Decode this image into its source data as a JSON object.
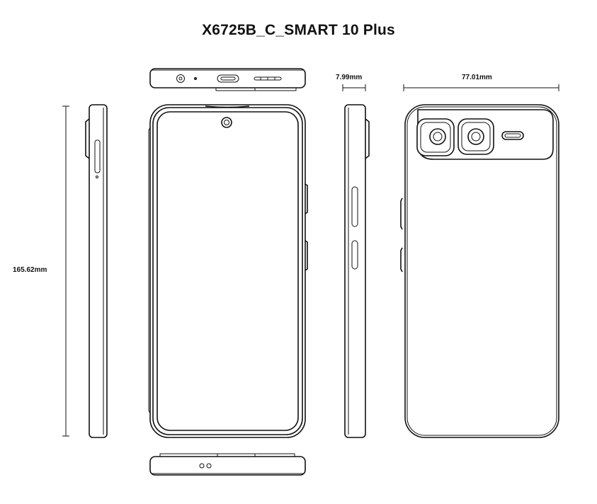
{
  "title": "X6725B_C_SMART 10 Plus",
  "dimensions": {
    "height": "165.62mm",
    "thickness": "7.99mm",
    "width": "77.01mm"
  }
}
